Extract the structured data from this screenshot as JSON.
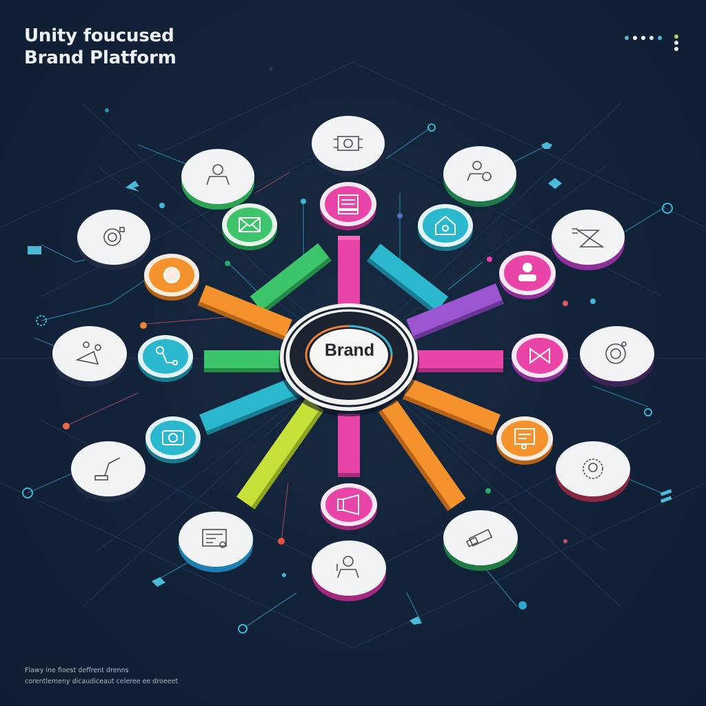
{
  "header": {
    "title_line1": "Unity foucused",
    "title_line2": "Brand Platform"
  },
  "footer": {
    "line1": "Flawy ine fioest deffrent drenns",
    "line2": "corentlemeny dicaudiceaut celeree ee droeeet"
  },
  "hub": {
    "label": "Brand",
    "ring_colors": [
      "#e8833a",
      "#36b6d3"
    ]
  },
  "menu_dots": {
    "horizontal": [
      "#4bb9d8",
      "#f4f6f8",
      "#f4f6f8",
      "#cfe6ee",
      "#4bb9d8"
    ],
    "vertical": [
      "#a6d86a",
      "#e6e9ec",
      "#f4f6f8"
    ]
  },
  "colors": {
    "background": "#13233a",
    "green": "#3ec46a",
    "pink": "#e945a8",
    "cyan": "#2bb8cf",
    "orange": "#f4932d",
    "purple": "#9b55cf",
    "lime": "#c8e03a",
    "white_disc": "#f2f3f4",
    "line": "#2b8fb0"
  },
  "spokes": [
    {
      "name": "spoke-top",
      "color": "#e945a8"
    },
    {
      "name": "spoke-top-right",
      "color": "#2bb8cf"
    },
    {
      "name": "spoke-right-upper",
      "color": "#9b55cf"
    },
    {
      "name": "spoke-right",
      "color": "#e945a8"
    },
    {
      "name": "spoke-right-lower",
      "color": "#f4932d"
    },
    {
      "name": "spoke-bottom-right",
      "color": "#f4932d"
    },
    {
      "name": "spoke-bottom",
      "color": "#e945a8"
    },
    {
      "name": "spoke-bottom-left",
      "color": "#c8e03a"
    },
    {
      "name": "spoke-left-lower",
      "color": "#2bb8cf"
    },
    {
      "name": "spoke-left",
      "color": "#3ec46a"
    },
    {
      "name": "spoke-left-upper",
      "color": "#f4932d"
    },
    {
      "name": "spoke-top-left",
      "color": "#3ec46a"
    }
  ],
  "inner_nodes": [
    {
      "icon": "presentation-screen-icon",
      "color": "#e945a8"
    },
    {
      "icon": "envelope-icon",
      "color": "#3ec46a"
    },
    {
      "icon": "home-icon",
      "color": "#2bb8cf"
    },
    {
      "icon": "user-icon",
      "color": "#e945a8"
    },
    {
      "icon": "bowtie-icon",
      "color": "#e945a8"
    },
    {
      "icon": "document-screen-icon",
      "color": "#f4932d"
    },
    {
      "icon": "megaphone-icon",
      "color": "#e945a8"
    },
    {
      "icon": "camera-icon",
      "color": "#2bb8cf"
    },
    {
      "icon": "route-icon",
      "color": "#2bb8cf"
    },
    {
      "icon": "badge-icon",
      "color": "#f4932d"
    }
  ],
  "outer_nodes": [
    {
      "icon": "chip-icon",
      "base_color": "#1f2a44"
    },
    {
      "icon": "person-icon",
      "base_color": "#2aa352"
    },
    {
      "icon": "team-icon",
      "base_color": "#1f7a4b"
    },
    {
      "icon": "target-cycle-icon",
      "base_color": "#1f2a44"
    },
    {
      "icon": "hourglass-icon",
      "base_color": "#8e2f9a"
    },
    {
      "icon": "network-icon",
      "base_color": "#2b2548"
    },
    {
      "icon": "orbit-icon",
      "base_color": "#3b2556"
    },
    {
      "icon": "gear-face-icon",
      "base_color": "#8a2740"
    },
    {
      "icon": "ticket-icon",
      "base_color": "#1e7a42"
    },
    {
      "icon": "speaker-person-icon",
      "base_color": "#a3287f"
    },
    {
      "icon": "certificate-icon",
      "base_color": "#1f7fb0"
    },
    {
      "icon": "trophy-icon",
      "base_color": "#1f2a44"
    }
  ]
}
